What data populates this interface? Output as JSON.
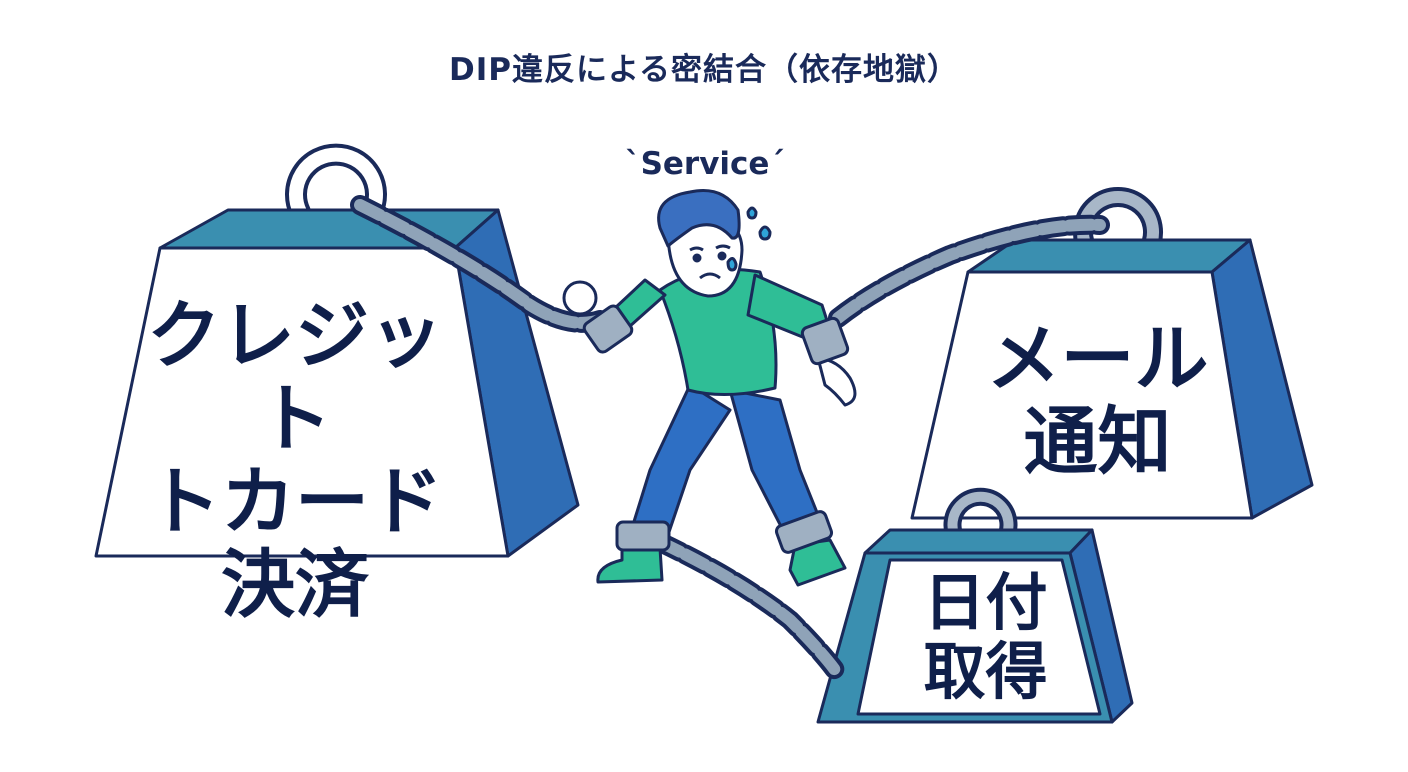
{
  "title": "DIP違反による密結合（依存地獄）",
  "service_label": "`Service´",
  "weights": [
    {
      "id": "credit",
      "lines": [
        "クレジット",
        "トカード",
        "決済"
      ]
    },
    {
      "id": "mail",
      "lines": [
        "メール",
        "通知"
      ]
    },
    {
      "id": "date",
      "lines": [
        "日付",
        "取得"
      ]
    }
  ],
  "colors": {
    "ink": "#1a2a5a",
    "weight_side": "#2f6db5",
    "weight_top": "#3a8fb0",
    "chain": "#7e93aa",
    "shirt": "#2fbe96",
    "pants": "#2e6fc4",
    "hair": "#3a6fc0"
  }
}
